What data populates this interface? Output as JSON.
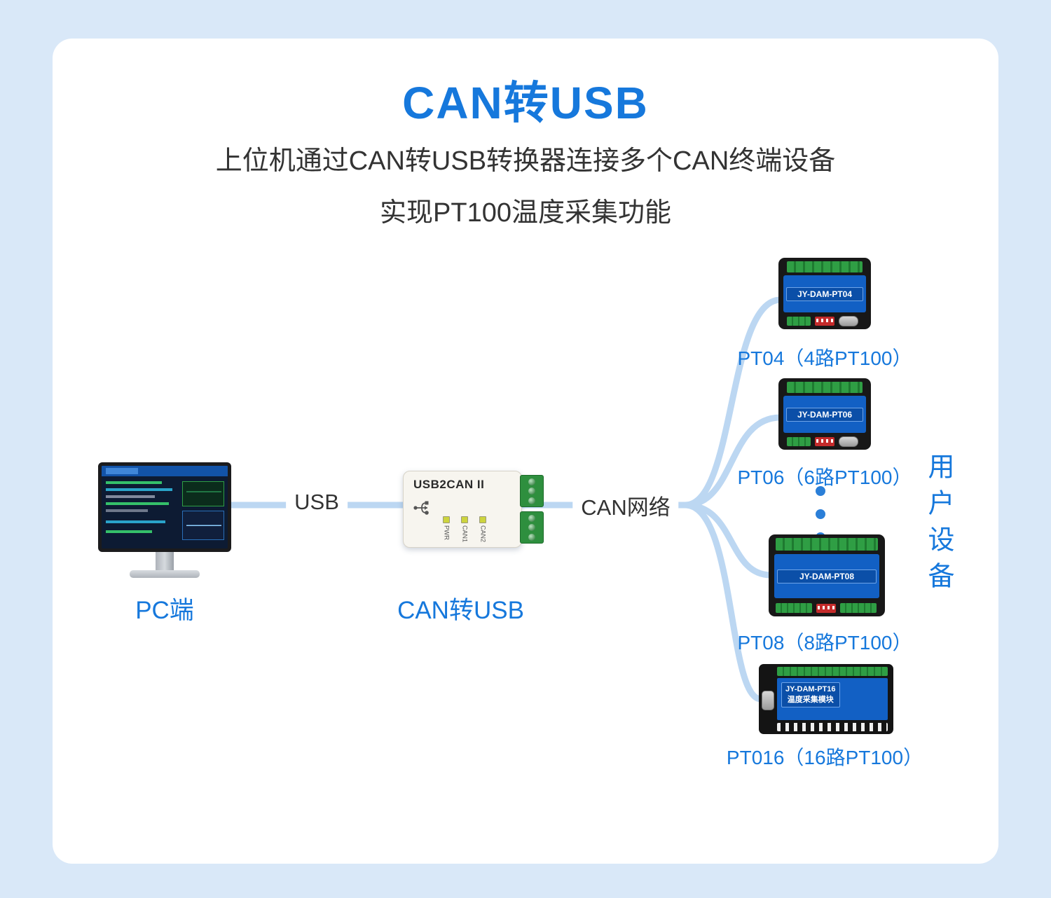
{
  "page": {
    "title": "CAN转USB",
    "subtitle1": "上位机通过CAN转USB转换器连接多个CAN终端设备",
    "subtitle2": "实现PT100温度采集功能"
  },
  "pc": {
    "label": "PC端"
  },
  "converter": {
    "label": "CAN转USB",
    "model": "USB2CAN II",
    "leds": [
      "PWR",
      "CAN1",
      "CAN2"
    ]
  },
  "links": {
    "usb": "USB",
    "can": "CAN网络"
  },
  "devices": [
    {
      "model": "JY-DAM-PT04",
      "caption": "PT04（4路PT100）"
    },
    {
      "model": "JY-DAM-PT06",
      "caption": "PT06（6路PT100）"
    },
    {
      "model": "JY-DAM-PT08",
      "caption": "PT08（8路PT100）"
    },
    {
      "model": "JY-DAM-PT16",
      "model_sub": "温度采集模块",
      "caption": "PT016（16路PT100）"
    }
  ],
  "side_label": "用户设备",
  "colors": {
    "accent": "#1678dc",
    "line": "#bcd7f2",
    "device_blue": "#1260c4",
    "terminal_green": "#2f9e44",
    "background": "#d9e8f8"
  }
}
